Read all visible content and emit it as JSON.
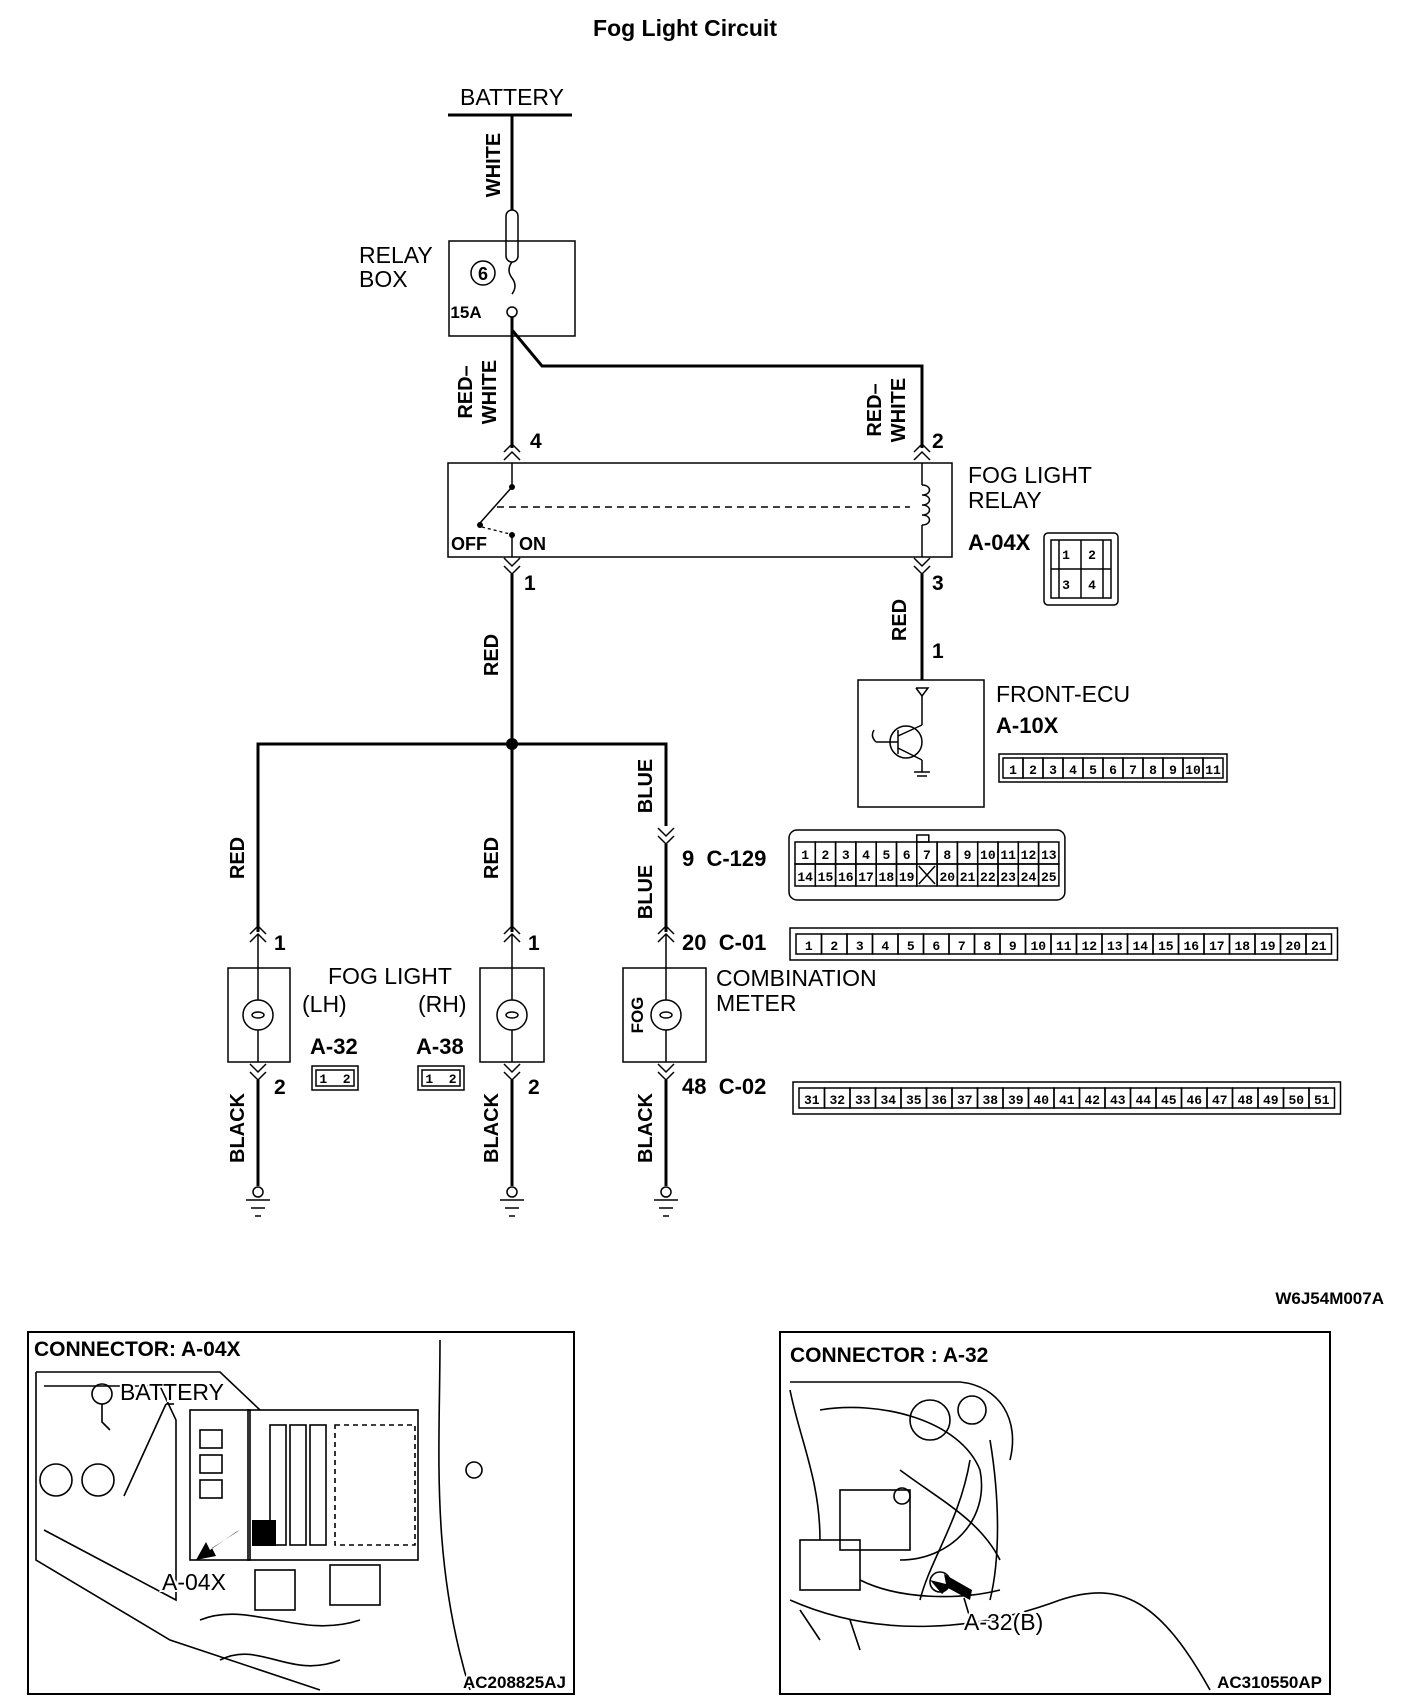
{
  "title": "Fog Light Circuit",
  "battery": "BATTERY",
  "relay_box": {
    "line1": "RELAY",
    "line2": "BOX",
    "fuse_no": "6",
    "fuse_rating": "15A"
  },
  "wires": {
    "white": "WHITE",
    "red_white_line1": "RED–",
    "red_white_line2": "WHITE",
    "red": "RED",
    "blue": "BLUE",
    "black": "BLACK"
  },
  "fog_relay": {
    "line1": "FOG LIGHT",
    "line2": "RELAY",
    "code": "A-04X",
    "off": "OFF",
    "on": "ON",
    "pins": {
      "p4": "4",
      "p2": "2",
      "p1": "1",
      "p3": "3"
    },
    "connector_pins": [
      "1",
      "2",
      "3",
      "4"
    ]
  },
  "front_ecu": {
    "name": "FRONT-ECU",
    "code": "A-10X",
    "pin": "1",
    "connector_pins": [
      "1",
      "2",
      "3",
      "4",
      "5",
      "6",
      "7",
      "8",
      "9",
      "10",
      "11"
    ]
  },
  "c129": {
    "label": "9  C-129",
    "row1": [
      "1",
      "2",
      "3",
      "4",
      "5",
      "6",
      "7",
      "8",
      "9",
      "10",
      "11",
      "12",
      "13"
    ],
    "row2": [
      "14",
      "15",
      "16",
      "17",
      "18",
      "19",
      "X",
      "20",
      "21",
      "22",
      "23",
      "24",
      "25"
    ]
  },
  "c01": {
    "label": "20  C-01",
    "pins": [
      "1",
      "2",
      "3",
      "4",
      "5",
      "6",
      "7",
      "8",
      "9",
      "10",
      "11",
      "12",
      "13",
      "14",
      "15",
      "16",
      "17",
      "18",
      "19",
      "20",
      "21"
    ]
  },
  "c02": {
    "label": "48  C-02",
    "pins": [
      "31",
      "32",
      "33",
      "34",
      "35",
      "36",
      "37",
      "38",
      "39",
      "40",
      "41",
      "42",
      "43",
      "44",
      "45",
      "46",
      "47",
      "48",
      "49",
      "50",
      "51"
    ]
  },
  "fog_light": {
    "name": "FOG LIGHT",
    "lh": "(LH)",
    "rh": "(RH)",
    "lh_code": "A-32",
    "rh_code": "A-38",
    "pin_top": "1",
    "pin_bottom": "2",
    "connector_pins": "1  2"
  },
  "combination_meter": {
    "line1": "COMBINATION",
    "line2": "METER",
    "lamp_label": "FOG"
  },
  "figure_code": "W6J54M007A",
  "photo_left": {
    "title": "CONNECTOR: A-04X",
    "battery_label": "BATTERY",
    "arrow_label": "A-04X",
    "code": "AC208825AJ"
  },
  "photo_right": {
    "title": "CONNECTOR : A-32",
    "arrow_label": "A-32(B)",
    "code": "AC310550AP"
  }
}
